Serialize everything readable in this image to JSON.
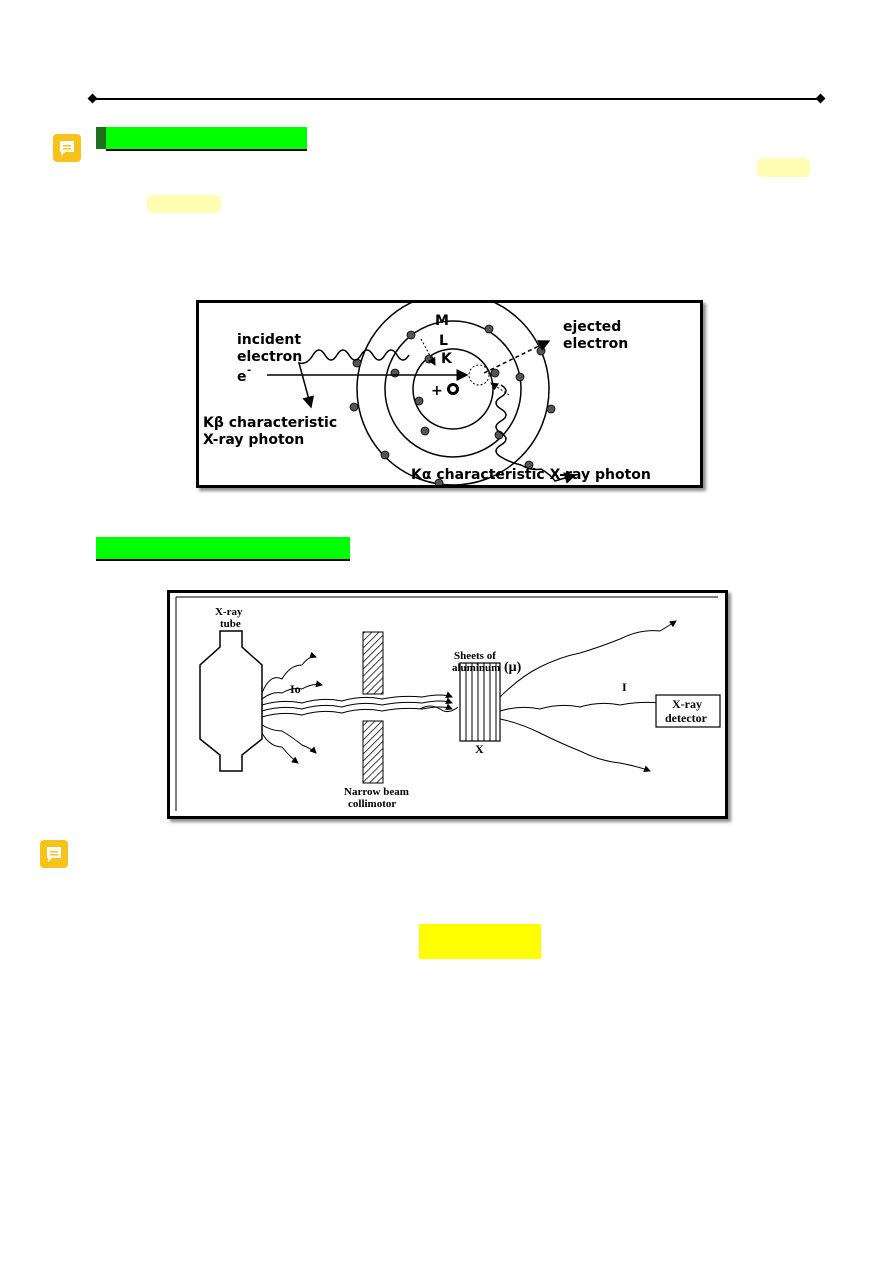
{
  "figure1": {
    "labels": {
      "incident_line1": "incident",
      "incident_line2": "electron",
      "e_minus": "e",
      "superscript_minus": "-",
      "shell_m": "M",
      "shell_l": "L",
      "shell_k": "K",
      "nucleus": "+",
      "ejected_line1": "ejected",
      "ejected_line2": "electron",
      "kbeta_line1": "Kβ characteristic",
      "kbeta_line2": "X-ray photon",
      "kalpha": "Kα characteristic X-ray photon"
    }
  },
  "figure2": {
    "labels": {
      "tube_line1": "X-ray",
      "tube_line2": "tube",
      "io": "Io",
      "collimator_line1": "Narrow beam",
      "collimator_line2": "collimotor",
      "sheets_line1": "Sheets of",
      "sheets_line2": "aluminum",
      "mu": "(μ)",
      "x": "X",
      "i": "I",
      "detector_line1": "X-ray",
      "detector_line2": "detector"
    }
  },
  "colors": {
    "highlight_green": "#00ff00",
    "highlight_yellow": "#ffff00",
    "highlight_pale": "#fffcb4",
    "note_icon": "#f7c21a"
  },
  "icons": [
    "comment-note-icon",
    "comment-note-icon"
  ]
}
